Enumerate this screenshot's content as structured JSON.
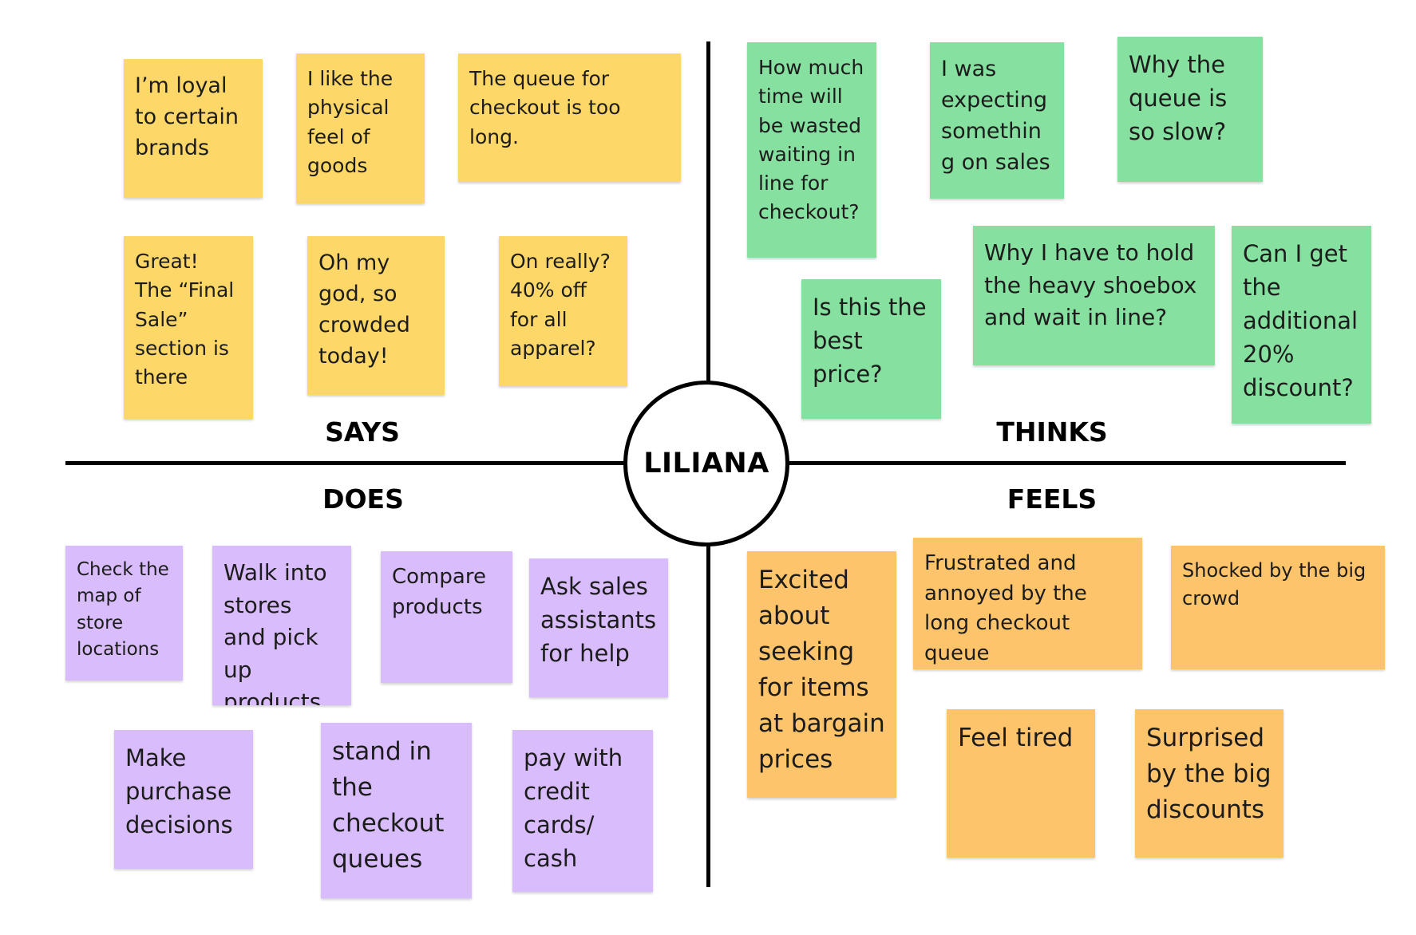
{
  "persona": "LILIANA",
  "quadrants": {
    "says": {
      "label": "SAYS",
      "color": "#fdd868",
      "notes": [
        "I’m loyal to certain brands",
        "I like the physical feel of goods",
        "The queue for checkout is too long.",
        "Great! The “Final Sale” section is there",
        "Oh my god, so crowded today!",
        "On really? 40% off for all apparel?"
      ]
    },
    "thinks": {
      "label": "THINKS",
      "color": "#86e0a0",
      "notes": [
        "How much time will be wasted waiting in line for checkout?",
        "I was expecting something on sales",
        "Why the queue is so slow?",
        "Is this the best price?",
        "Why I have to hold the heavy shoebox and wait in line?",
        "Can I get the additional 20% discount?"
      ]
    },
    "does": {
      "label": "DOES",
      "color": "#d9bcfb",
      "notes": [
        "Check the map of store locations",
        "Walk into stores and pick up products",
        "Compare products",
        "Ask sales assistants for help",
        "Make purchase decisions",
        "stand in the checkout queues",
        "pay with credit cards/ cash"
      ]
    },
    "feels": {
      "label": "FEELS",
      "color": "#fdc46c",
      "notes": [
        "Excited about seeking for items at bargain prices",
        "Frustrated and annoyed by the long checkout queue",
        "Shocked by the big crowd",
        "Feel tired",
        "Surprised by the big discounts"
      ]
    }
  }
}
